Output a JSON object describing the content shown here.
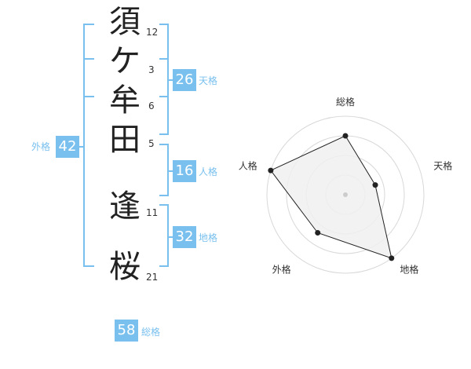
{
  "name": {
    "chars": [
      "須",
      "ケ",
      "牟",
      "田",
      "逢",
      "桜"
    ],
    "strokes": [
      "12",
      "3",
      "6",
      "5",
      "11",
      "21"
    ]
  },
  "kakusu": {
    "tenkaku": {
      "value": "26",
      "label": "天格"
    },
    "jinkaku": {
      "value": "16",
      "label": "人格"
    },
    "chikaku": {
      "value": "32",
      "label": "地格"
    },
    "gaikaku": {
      "value": "42",
      "label": "外格"
    },
    "soukaku": {
      "value": "58",
      "label": "総格"
    }
  },
  "radar": {
    "axes": [
      "総格",
      "天格",
      "地格",
      "外格",
      "人格"
    ],
    "values": [
      0.75,
      0.4,
      1.0,
      0.6,
      1.0
    ],
    "rings": 4,
    "colors": {
      "ring": "#d8d8d8",
      "fill": "#f0f0f0",
      "line": "#222222",
      "center": "#cccccc"
    }
  }
}
